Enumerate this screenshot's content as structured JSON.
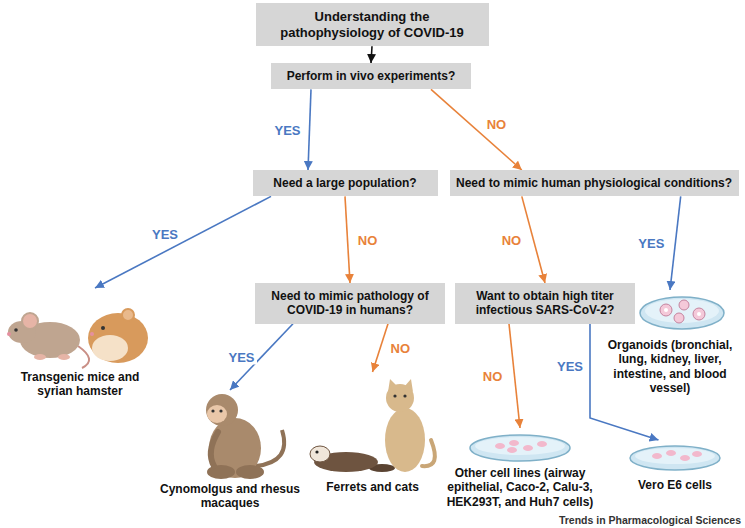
{
  "diagram": {
    "nodes": [
      {
        "text": [
          "Understanding the pathophysiology of COVID-19"
        ]
      },
      {
        "text": [
          "Perform in vivo experiments?"
        ]
      },
      {
        "text": [
          "Need a large population?"
        ]
      },
      {
        "text": [
          "Need to mimic human physiological conditions?"
        ]
      },
      {
        "text": [
          "Need to mimic pathology of COVID-19 in humans?"
        ]
      },
      {
        "text": [
          "Want to obtain high titer infectious SARS-CoV-2?"
        ]
      },
      {
        "text": [
          "Transgenic mice and syrian hamster"
        ]
      },
      {
        "text": [
          "Organoids (bronchial, lung, kidney, liver, intestine, and blood vessel)"
        ]
      },
      {
        "text": [
          "Cynomolgus and rhesus macaques"
        ]
      },
      {
        "text": [
          "Ferrets and cats"
        ]
      },
      {
        "text": [
          "Other cell lines (airway epithelial, Caco-2, Calu-3, HEK293T, and Huh7 cells)"
        ]
      },
      {
        "text": [
          "Vero E6 cells"
        ]
      }
    ],
    "edges": [
      {
        "from": 0,
        "to": 1,
        "arrow": "to"
      },
      {
        "from": 1,
        "to": 2,
        "label": "YES",
        "arrow": "to"
      },
      {
        "from": 1,
        "to": 3,
        "label": "NO",
        "arrow": "to"
      },
      {
        "from": 2,
        "to": 6,
        "label": "YES",
        "arrow": "to"
      },
      {
        "from": 2,
        "to": 4,
        "label": "NO",
        "arrow": "to"
      },
      {
        "from": 3,
        "to": 5,
        "label": "NO",
        "arrow": "to"
      },
      {
        "from": 3,
        "to": 7,
        "label": "YES",
        "arrow": "to"
      },
      {
        "from": 4,
        "to": 8,
        "label": "YES",
        "arrow": "to"
      },
      {
        "from": 4,
        "to": 9,
        "label": "NO",
        "arrow": "to"
      },
      {
        "from": 5,
        "to": 10,
        "label": "NO",
        "arrow": "to"
      },
      {
        "from": 5,
        "to": 11,
        "label": "YES",
        "arrow": "to"
      }
    ],
    "labels": [
      "Trends in Pharmacological Sciences"
    ]
  }
}
